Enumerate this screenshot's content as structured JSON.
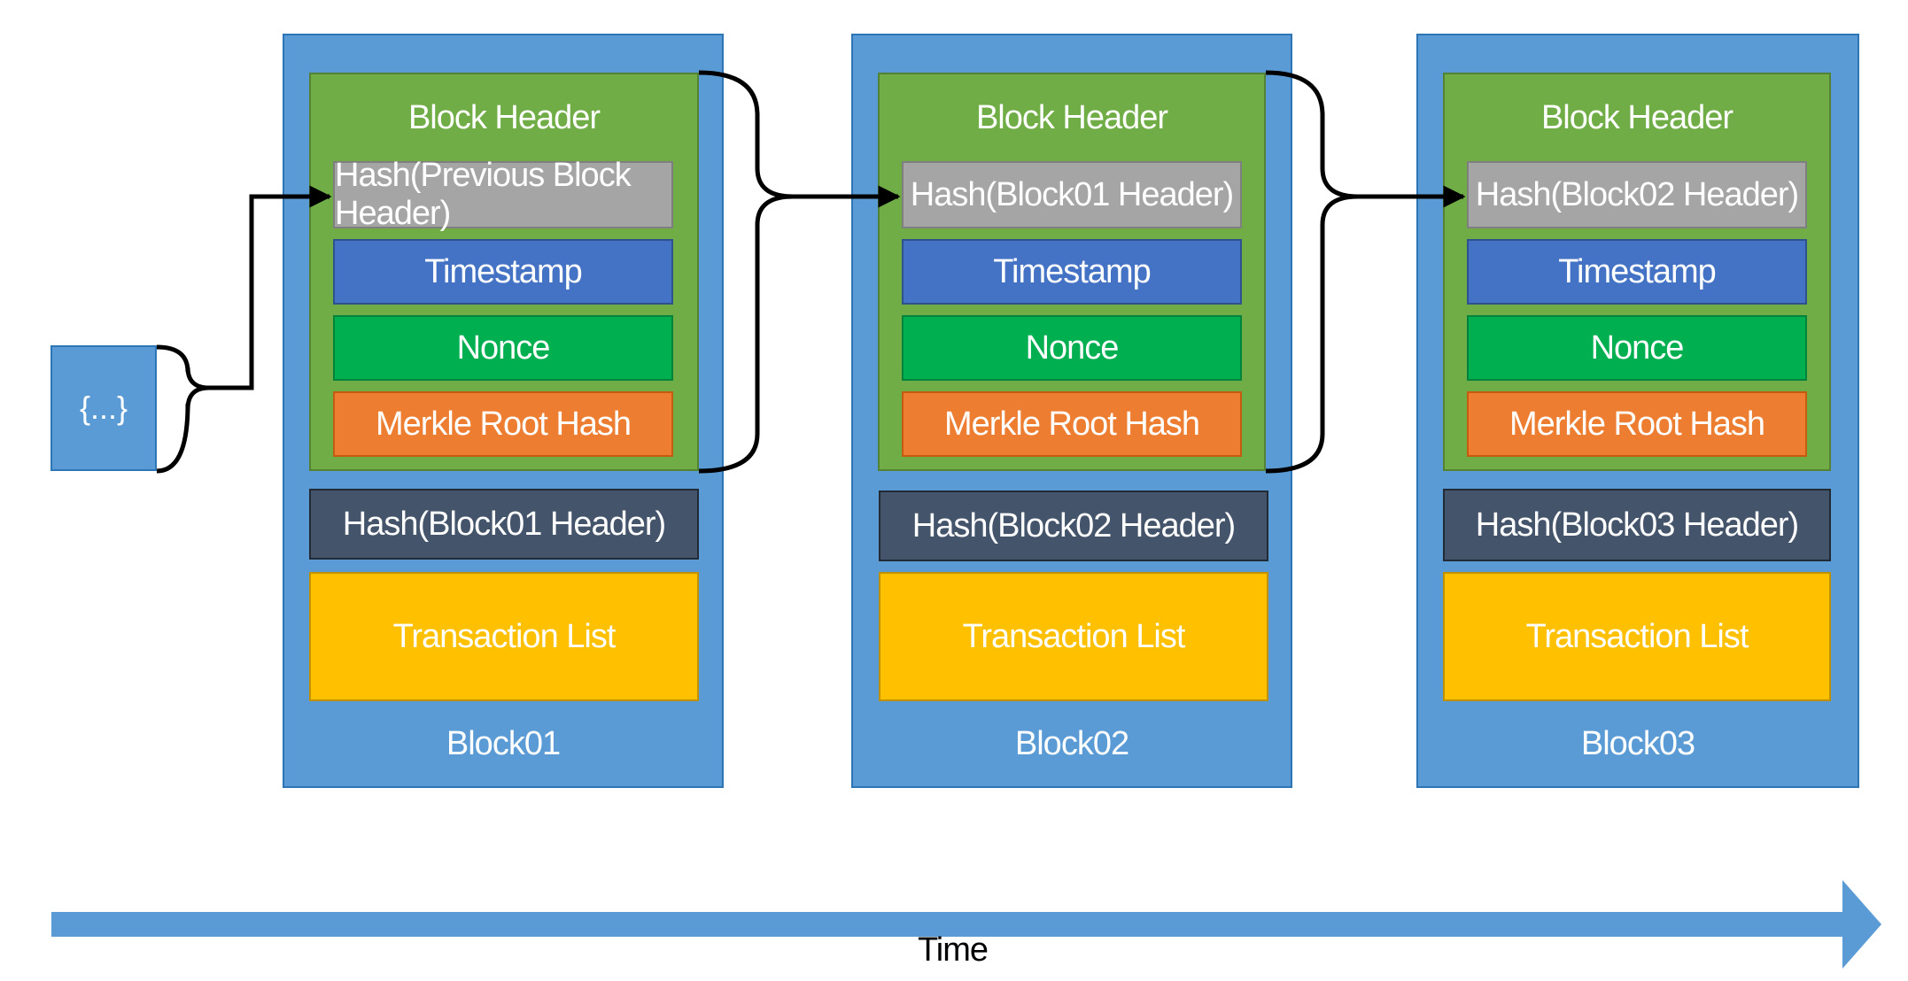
{
  "previous_block": {
    "label": "{...}"
  },
  "blocks": [
    {
      "name": "Block01",
      "header_title": "Block Header",
      "prev_hash": "Hash(Previous Block Header)",
      "timestamp": "Timestamp",
      "nonce": "Nonce",
      "merkle": "Merkle Root Hash",
      "block_hash": "Hash(Block01 Header)",
      "transactions": "Transaction List"
    },
    {
      "name": "Block02",
      "header_title": "Block Header",
      "prev_hash": "Hash(Block01 Header)",
      "timestamp": "Timestamp",
      "nonce": "Nonce",
      "merkle": "Merkle Root Hash",
      "block_hash": "Hash(Block02 Header)",
      "transactions": "Transaction List"
    },
    {
      "name": "Block03",
      "header_title": "Block Header",
      "prev_hash": "Hash(Block02 Header)",
      "timestamp": "Timestamp",
      "nonce": "Nonce",
      "merkle": "Merkle Root Hash",
      "block_hash": "Hash(Block03 Header)",
      "transactions": "Transaction List"
    }
  ],
  "timeline": {
    "label": "Time"
  },
  "colors": {
    "block": "#5b9bd5",
    "header": "#70ad47",
    "hash": "#a5a5a5",
    "timestamp": "#4472c4",
    "nonce": "#00b050",
    "merkle": "#ed7d31",
    "block_hash": "#44546a",
    "transactions": "#ffc000"
  }
}
